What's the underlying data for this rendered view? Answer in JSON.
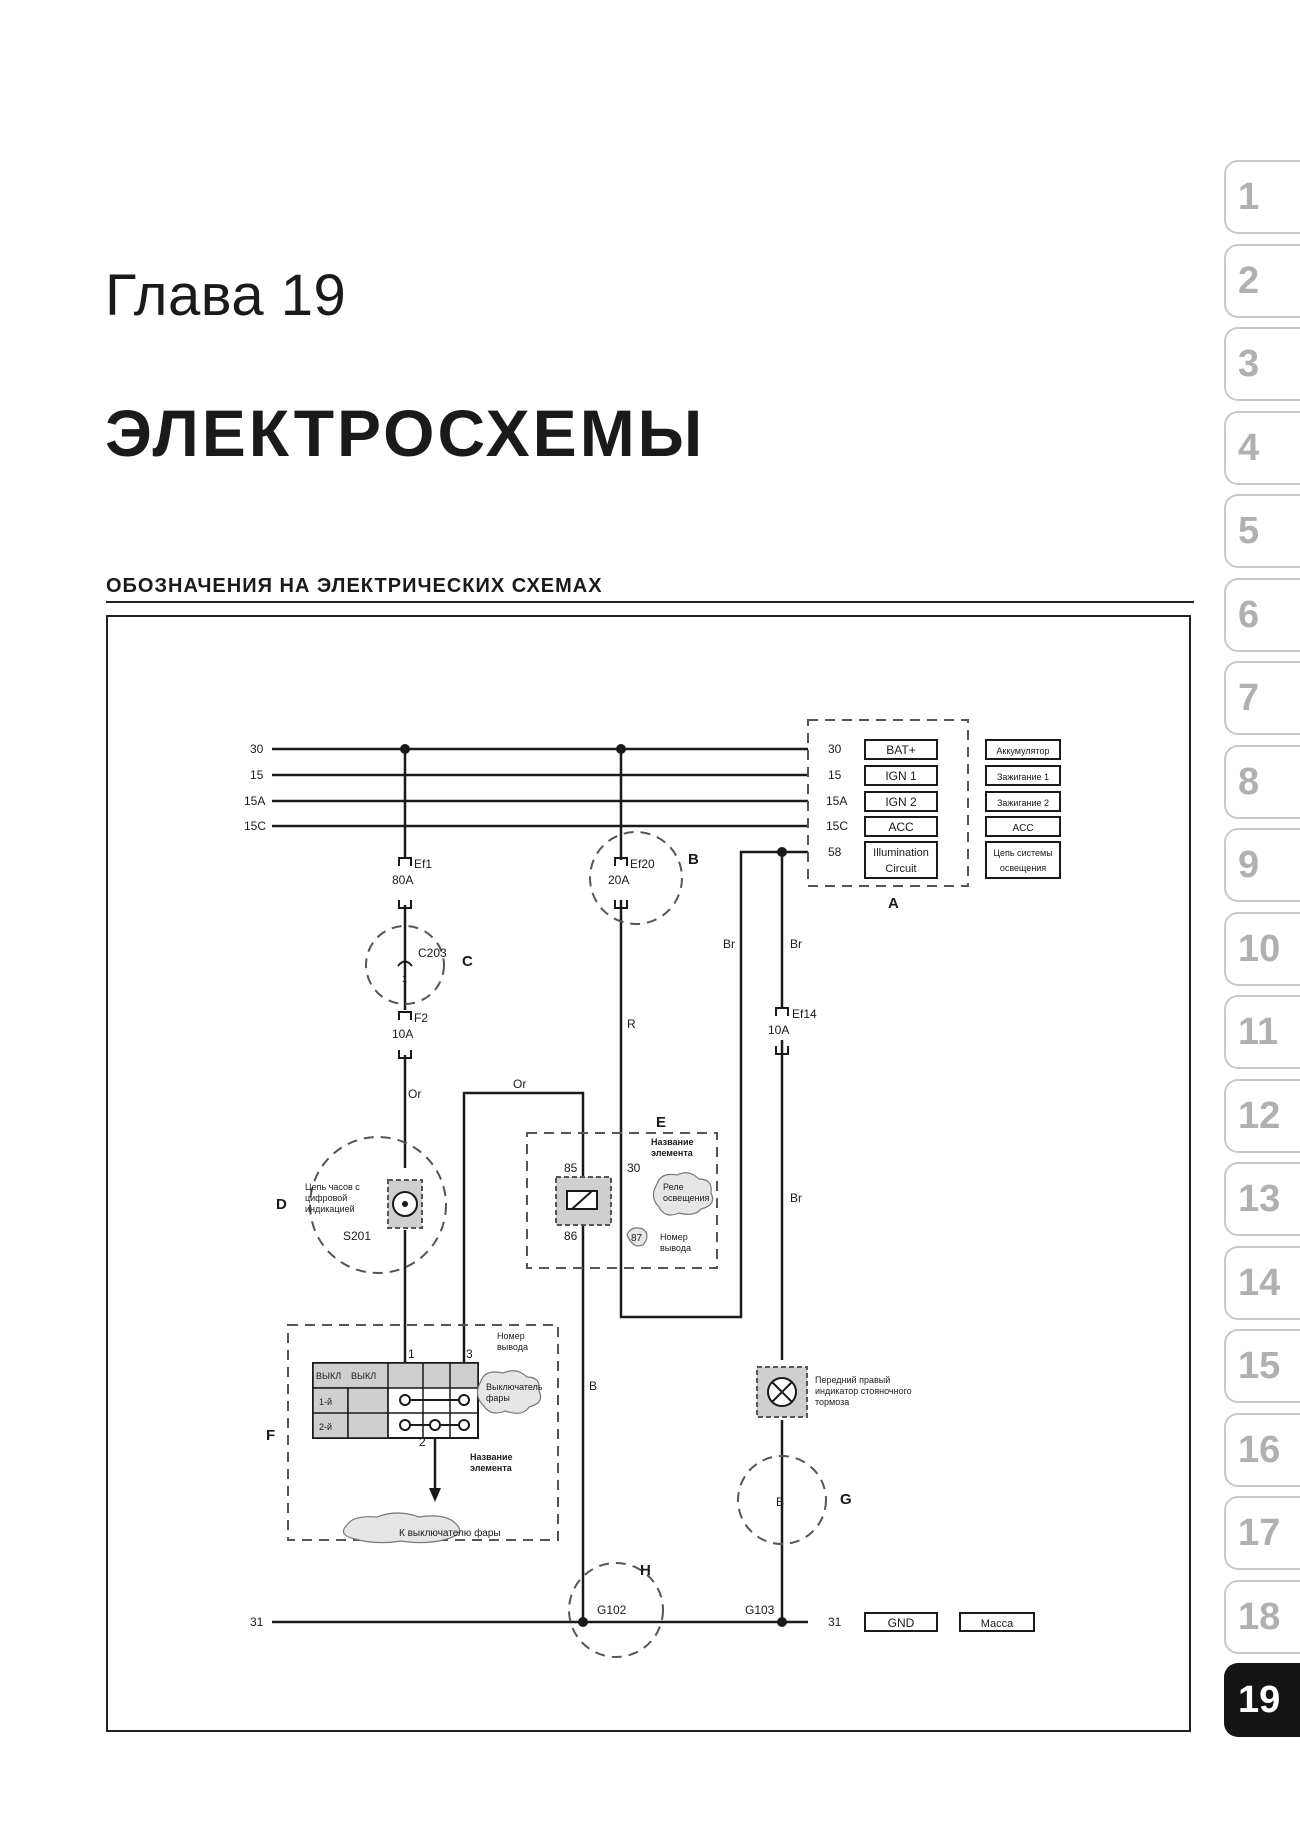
{
  "chapter": "Глава 19",
  "title": "ЭЛЕКТРОСХЕМЫ",
  "section_title": "ОБОЗНАЧЕНИЯ НА ЭЛЕКТРИЧЕСКИХ СХЕМАХ",
  "tabs": [
    "1",
    "2",
    "3",
    "4",
    "5",
    "6",
    "7",
    "8",
    "9",
    "10",
    "11",
    "12",
    "13",
    "14",
    "15",
    "16",
    "17",
    "18",
    "19"
  ],
  "active_tab": "19",
  "diagram": {
    "bus_left": [
      "30",
      "15",
      "15A",
      "15C"
    ],
    "bus_right_pins": [
      "30",
      "15",
      "15A",
      "15C",
      "58"
    ],
    "bus_codes": [
      "BAT+",
      "IGN 1",
      "IGN 2",
      "ACC",
      "Illumination",
      "Circuit"
    ],
    "bus_names": [
      "Аккумулятор",
      "Зажигание 1",
      "Зажигание 2",
      "ACC",
      "Цепь системы",
      "освещения"
    ],
    "ground_left": "31",
    "ground_right": "31",
    "ground_code": "GND",
    "ground_name": "Масса",
    "fuse_ef1": [
      "Ef1",
      "80A"
    ],
    "fuse_ef20": [
      "Ef20",
      "20A"
    ],
    "fuse_f2": [
      "F2",
      "10A"
    ],
    "fuse_ef14": [
      "Ef14",
      "10A"
    ],
    "connector_c203": "C203",
    "connector_pin1": "1",
    "letters": [
      "A",
      "B",
      "C",
      "D",
      "E",
      "F",
      "G",
      "H"
    ],
    "wires": [
      "Or",
      "Or",
      "R",
      "Br",
      "Br",
      "Br",
      "B",
      "B"
    ],
    "d_label": [
      "Цепь часов с",
      "цифровой",
      "индикацией"
    ],
    "s201": "S201",
    "e_name": [
      "Название",
      "элемента"
    ],
    "relay_pins": [
      "85",
      "30",
      "86",
      "87"
    ],
    "relay_label": [
      "Реле",
      "освещения"
    ],
    "pin_label": [
      "Номер",
      "вывода"
    ],
    "f_pin_label": [
      "Номер",
      "вывода"
    ],
    "f_pins": [
      "1",
      "3",
      "2"
    ],
    "f_table_head": [
      "ВЫКЛ",
      "ВЫКЛ"
    ],
    "f_rows": [
      "1-й",
      "2-й"
    ],
    "f_switch_label": [
      "Выключатель",
      "фары"
    ],
    "f_name": [
      "Название",
      "элемента"
    ],
    "f_dest": "К выключателю фары",
    "lamp_label": [
      "Передний правый",
      "индикатор стояночного",
      "тормоза"
    ],
    "g_wire": "B",
    "g102": "G102",
    "g103": "G103"
  }
}
